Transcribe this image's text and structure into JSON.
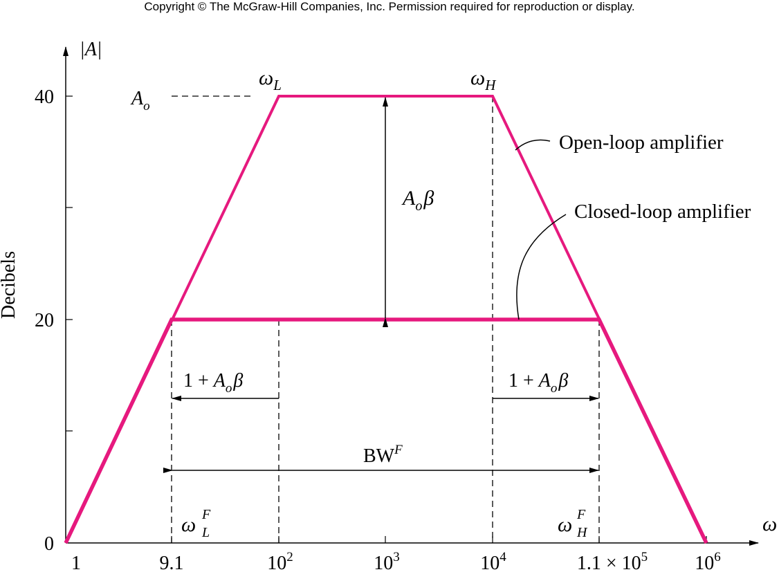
{
  "copyright": "Copyright © The McGraw-Hill Companies, Inc. Permission required for reproduction or display.",
  "colors": {
    "curve": "#e6197e",
    "ink": "#000000"
  },
  "axes": {
    "y_axis_label": "Decibels",
    "y_axis_top_label": "|A|",
    "x_axis_label": "ω",
    "y_ticks": [
      "0",
      "20",
      "40"
    ],
    "x_ticks": [
      {
        "base": "1",
        "exp": ""
      },
      {
        "base": "9.1",
        "exp": ""
      },
      {
        "base": "10",
        "exp": "2"
      },
      {
        "base": "10",
        "exp": "3"
      },
      {
        "base": "10",
        "exp": "4"
      },
      {
        "base": "1.1 × 10",
        "exp": "5"
      },
      {
        "base": "10",
        "exp": "6"
      }
    ]
  },
  "labels": {
    "ao": {
      "main": "A",
      "sub": "o"
    },
    "omega_l": {
      "main": "ω",
      "sub": "L"
    },
    "omega_h": {
      "main": "ω",
      "sub": "H"
    },
    "ao_beta": {
      "main": "A",
      "sub": "o",
      "tail": "β"
    },
    "open_loop": "Open-loop amplifier",
    "closed_loop": "Closed-loop amplifier",
    "one_plus_left": {
      "pre": "1 + ",
      "main": "A",
      "sub": "o",
      "tail": "β"
    },
    "one_plus_right": {
      "pre": "1 + ",
      "main": "A",
      "sub": "o",
      "tail": "β"
    },
    "bandwidth": {
      "main": "BW",
      "sup": "F"
    },
    "omega_lf": {
      "main": "ω",
      "sup": "F",
      "sub": "L"
    },
    "omega_hf": {
      "main": "ω",
      "sup": "F",
      "sub": "H"
    }
  }
}
